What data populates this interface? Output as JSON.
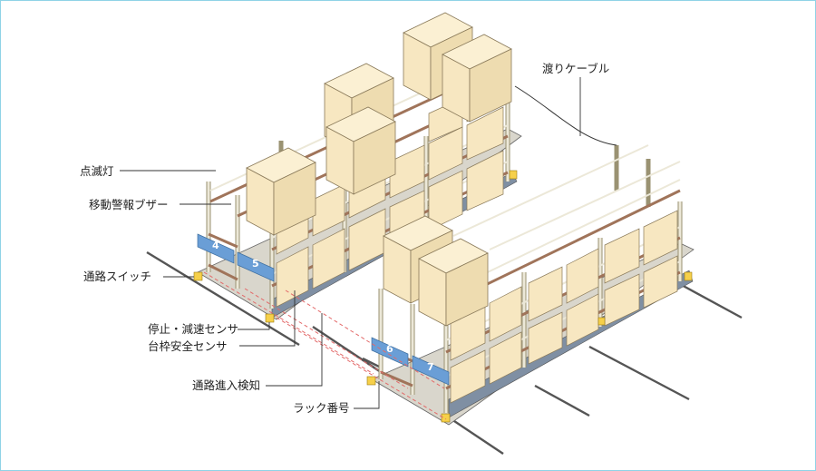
{
  "labels": {
    "cable": "渡りケーブル",
    "lamp": "点滅灯",
    "buzzer": "移動警報ブザー",
    "aisle_switch": "通路スイッチ",
    "stop_sensor": "停止・減速センサ",
    "frame_sensor": "台枠安全センサ",
    "aisle_detect": "通路進入検知",
    "rack_no": "ラック番号"
  },
  "rack_numbers": [
    "4",
    "5",
    "6",
    "7"
  ],
  "colors": {
    "rack": "#e9e4d2",
    "box": "#f7e7c1",
    "beam": "#a0745a",
    "base": "#7f8fa3",
    "plate": "#6a9ed6",
    "yellow": "#f6d04a",
    "sensor_line": "#e36a6a",
    "frame": "#8fd3e6"
  }
}
